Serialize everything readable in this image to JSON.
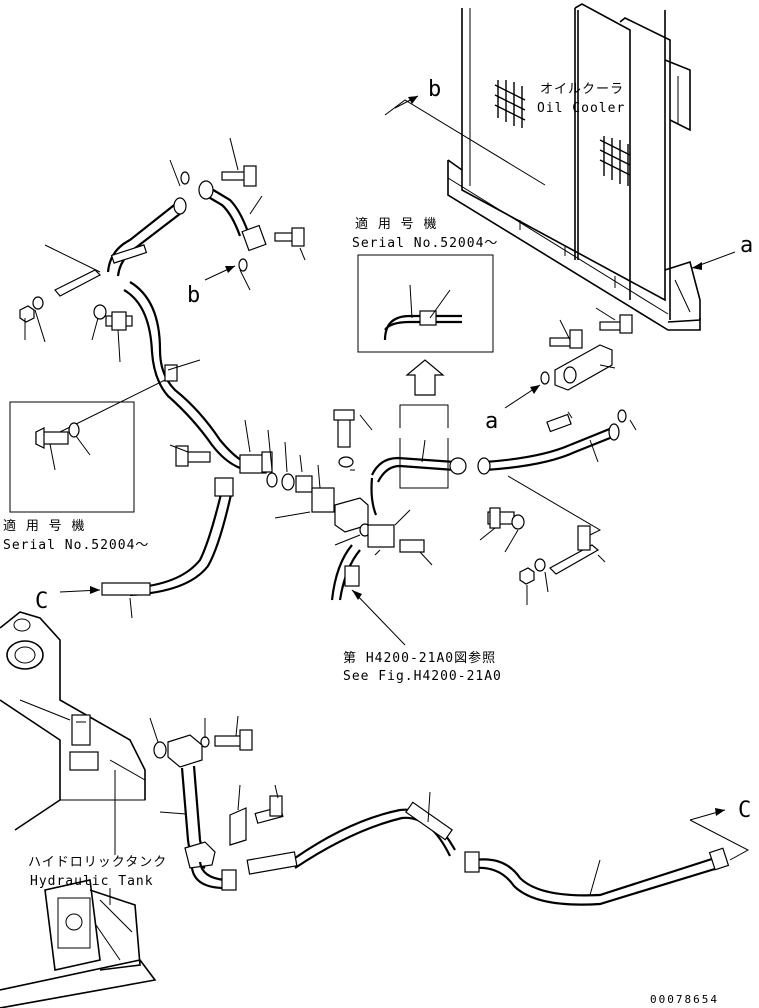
{
  "labels": {
    "oil_cooler_jp": "オイルクーラ",
    "oil_cooler_en": "Oil Cooler",
    "serial_jp": "適 用 号 機",
    "serial_en": "Serial No.52004～",
    "serial_jp_left": "適 用 号 機",
    "serial_en_left": "Serial No.52004～",
    "ref_jp": "第 H4200-21A0図参照",
    "ref_en": "See Fig.H4200-21A0",
    "tank_jp": "ハイドロリックタンク",
    "tank_en": "Hydraulic Tank",
    "drawing_no": "00078654"
  },
  "view_markers": {
    "b_top": "b",
    "b_mid": "b",
    "a_right": "a",
    "a_mid": "a",
    "c_left": "C",
    "c_right": "C"
  }
}
